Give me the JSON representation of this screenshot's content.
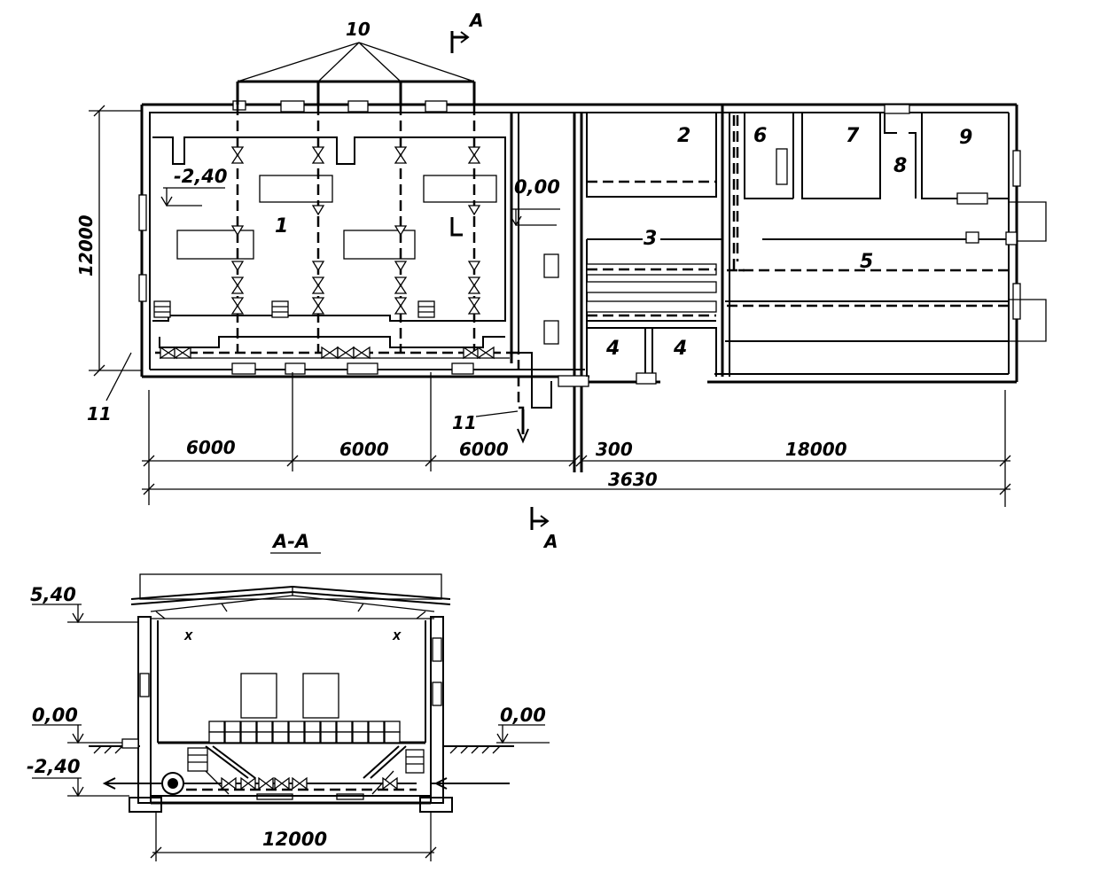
{
  "callouts": {
    "pumps": "10",
    "pipes_left": "11",
    "pipes_right": "11"
  },
  "rooms": {
    "r1": "1",
    "r2": "2",
    "r3": "3",
    "r4a": "4",
    "r4b": "4",
    "r5": "5",
    "r6": "6",
    "r7": "7",
    "r8": "8",
    "r9": "9"
  },
  "plan_levels": {
    "machine_hall": "-2,40",
    "entrance": "0,00"
  },
  "plan_dimensions": {
    "bay1": "6000",
    "bay2": "6000",
    "bay3": "6000",
    "joint": "300",
    "annex": "18000",
    "overall": "3630",
    "width": "12000"
  },
  "section_marks": {
    "top": "А",
    "bottom": "А"
  },
  "section": {
    "title": "А-А",
    "level_roof": "5,40",
    "level_ground_left": "0,00",
    "level_ground_right": "0,00",
    "level_floor": "-2,40",
    "span": "12000"
  }
}
